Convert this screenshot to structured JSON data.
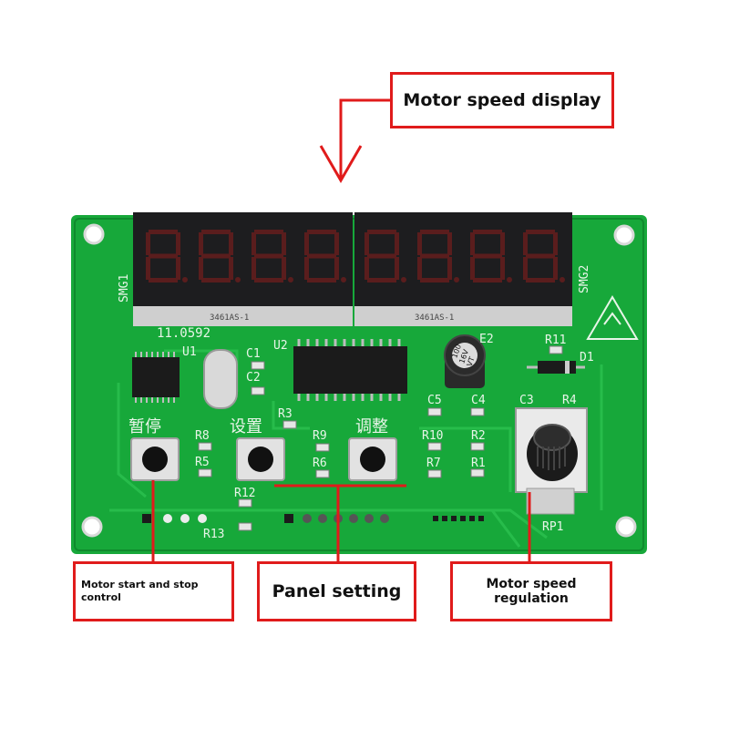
{
  "callouts": {
    "display": "Motor speed display",
    "start_stop": "Motor start and stop control",
    "panel": "Panel setting",
    "speed": "Motor speed regulation"
  },
  "board": {
    "smg1": "SMG1",
    "smg2": "SMG2",
    "display_part": "3461AS-1",
    "crystal": "11.0592",
    "u1": "U1",
    "u2": "U2",
    "c1": "C1",
    "c2": "C2",
    "c3": "C3",
    "c4": "C4",
    "c5": "C5",
    "e2": "E2",
    "cap_value": "100",
    "cap_voltage": "16V",
    "cap_vt": "VT",
    "r1": "R1",
    "r2": "R2",
    "r3": "R3",
    "r4": "R4",
    "r5": "R5",
    "r6": "R6",
    "r7": "R7",
    "r8": "R8",
    "r9": "R9",
    "r10": "R10",
    "r11": "R11",
    "r12": "R12",
    "r13": "R13",
    "d1": "D1",
    "rp1": "RP1",
    "btn_pause": "暂停",
    "btn_set": "设置",
    "btn_adjust": "调整"
  },
  "colors": {
    "pcb": "#17a83a",
    "accent": "#e01b1b",
    "digit_off": "#5a1d1d"
  }
}
